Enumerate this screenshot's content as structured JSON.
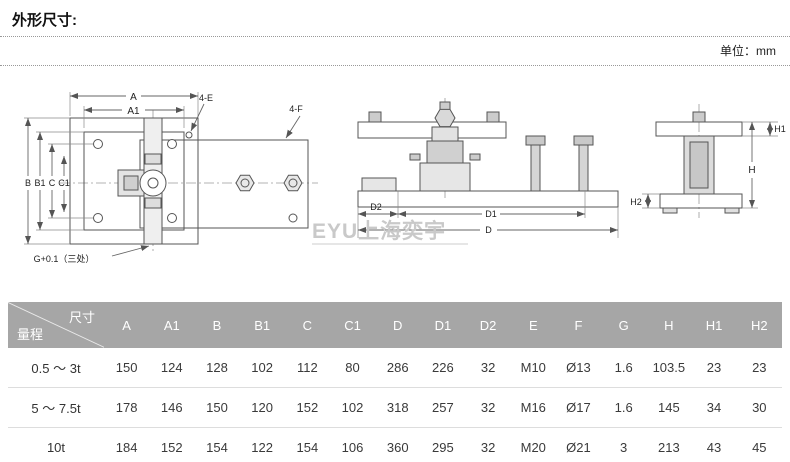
{
  "page": {
    "title": "外形尺寸:",
    "unit_label": "单位：mm",
    "watermark": "EYU上海奕宇"
  },
  "drawing": {
    "top_view": {
      "a": "A",
      "a1": "A1",
      "e4": "4-E",
      "f4": "4-F",
      "b": "B",
      "b1": "B1",
      "c": "C",
      "c1": "C1",
      "g": "G+0.1（三处）"
    },
    "front_view": {
      "d": "D",
      "d1": "D1",
      "d2": "D2"
    },
    "side_view": {
      "h": "H",
      "h1": "H1",
      "h2": "H2"
    }
  },
  "table": {
    "corner_top": "尺寸",
    "corner_bottom": "量程",
    "columns": [
      "A",
      "A1",
      "B",
      "B1",
      "C",
      "C1",
      "D",
      "D1",
      "D2",
      "E",
      "F",
      "G",
      "H",
      "H1",
      "H2"
    ],
    "rows": [
      {
        "label": "0.5 ～ 3t",
        "values": [
          "150",
          "124",
          "128",
          "102",
          "112",
          "80",
          "286",
          "226",
          "32",
          "M10",
          "Ø13",
          "1.6",
          "103.5",
          "23",
          "23"
        ]
      },
      {
        "label": "5 ～ 7.5t",
        "values": [
          "178",
          "146",
          "150",
          "120",
          "152",
          "102",
          "318",
          "257",
          "32",
          "M16",
          "Ø17",
          "1.6",
          "145",
          "34",
          "30"
        ]
      },
      {
        "label": "10t",
        "values": [
          "184",
          "152",
          "154",
          "122",
          "154",
          "106",
          "360",
          "295",
          "32",
          "M20",
          "Ø21",
          "3",
          "213",
          "43",
          "45"
        ]
      }
    ]
  }
}
